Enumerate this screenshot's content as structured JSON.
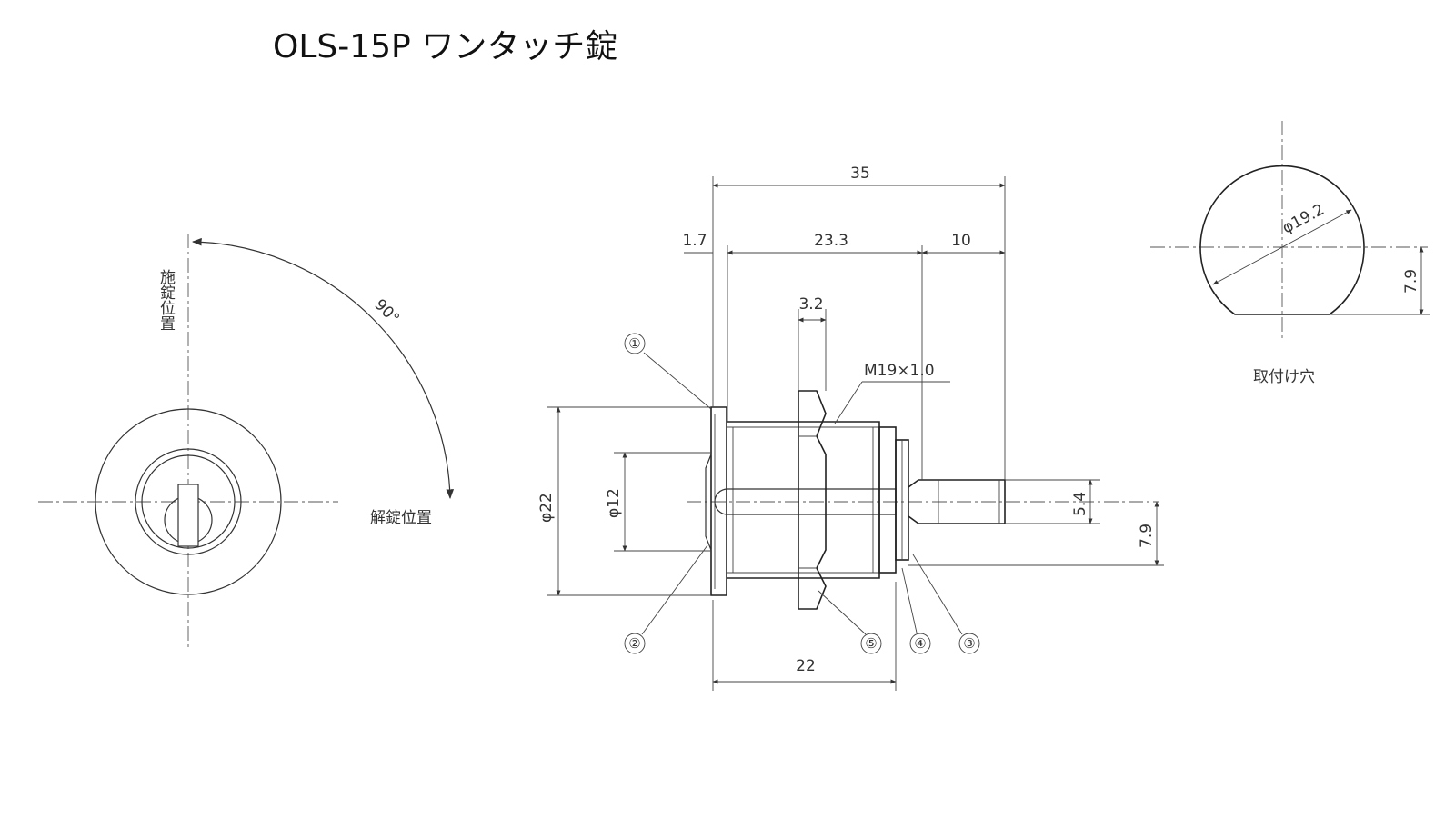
{
  "title": "OLS-15P ワンタッチ錠",
  "front_view": {
    "lock_position_label": "施錠位置",
    "unlock_position_label": "解錠位置",
    "angle_label": "90°"
  },
  "side_view": {
    "dims": {
      "overall": "35",
      "flange": "1.7",
      "body": "23.3",
      "shaft": "10",
      "nut": "3.2",
      "thread": "M19×1.0",
      "dia_flange": "φ22",
      "dia_body": "φ12",
      "shaft_dia": "5.4",
      "offset": "7.9",
      "bottom": "22"
    },
    "parts": [
      "①",
      "②",
      "③",
      "④",
      "⑤"
    ]
  },
  "mounting_hole": {
    "dia_label": "φ19.2",
    "flat_label": "7.9",
    "caption": "取付け穴"
  }
}
